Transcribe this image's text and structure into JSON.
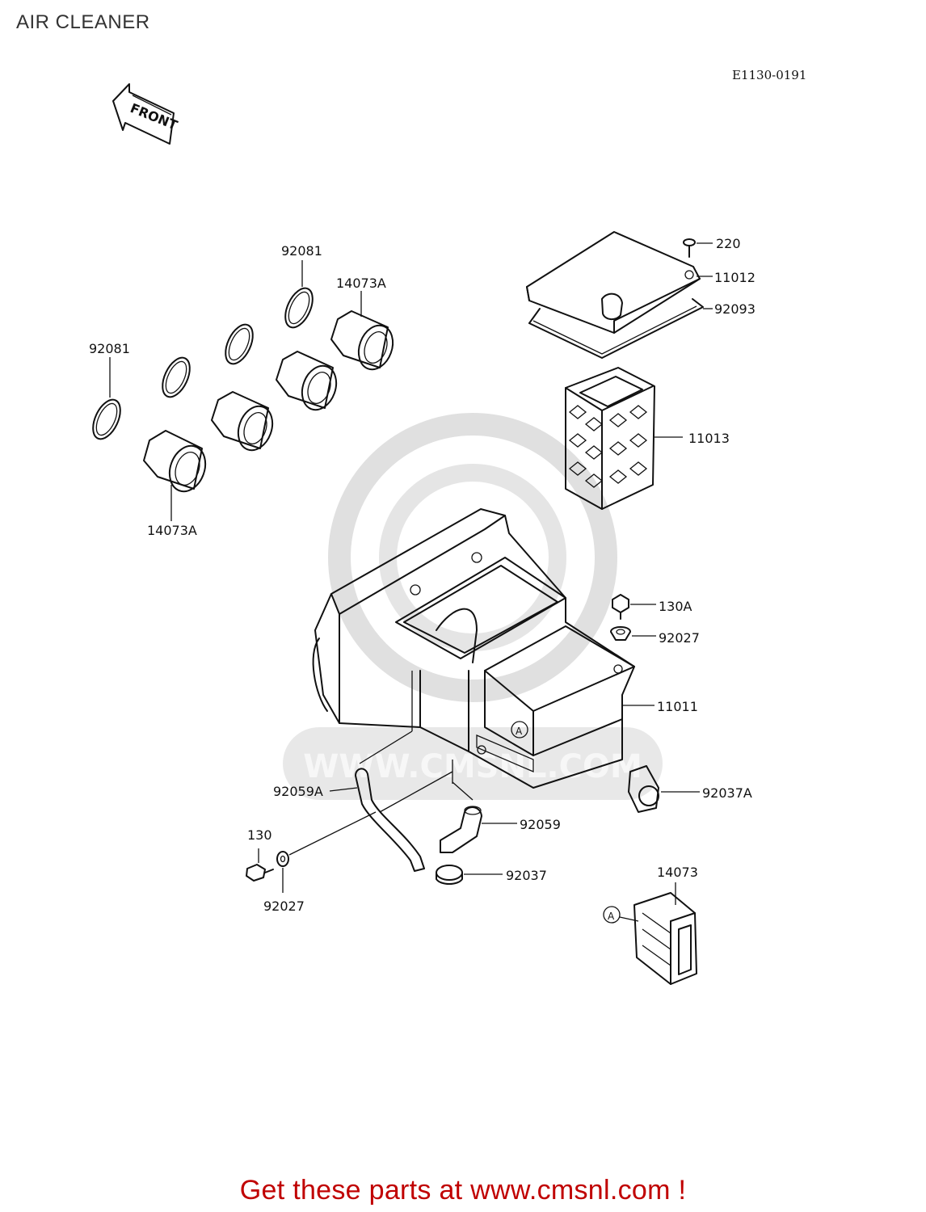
{
  "title": "AIR CLEANER",
  "drawing_code": "E1130-0191",
  "front_arrow_text": "FRONT",
  "watermark_text": "WWW.CMSNL.COM",
  "footer_text": "Get these parts at www.cmsnl.com !",
  "reference_marker": "A",
  "parts": {
    "screw_220": "220",
    "cover_11012": "11012",
    "gasket_92093": "92093",
    "element_11013": "11013",
    "bolt_130A": "130A",
    "washer_92027_upper": "92027",
    "case_11011": "11011",
    "clamp_92037A": "92037A",
    "hose_92059": "92059",
    "clamp_92037": "92037",
    "duct_14073": "14073",
    "hose_92059A": "92059A",
    "bolt_130": "130",
    "washer_92027_lower": "92027",
    "ring_92081_top": "92081",
    "ring_92081_left": "92081",
    "holder_14073A_top": "14073A",
    "holder_14073A_bottom": "14073A"
  },
  "colors": {
    "ink": "#111111",
    "footer": "#c00000",
    "title": "#333333",
    "watermark": "#d9d9d9"
  }
}
